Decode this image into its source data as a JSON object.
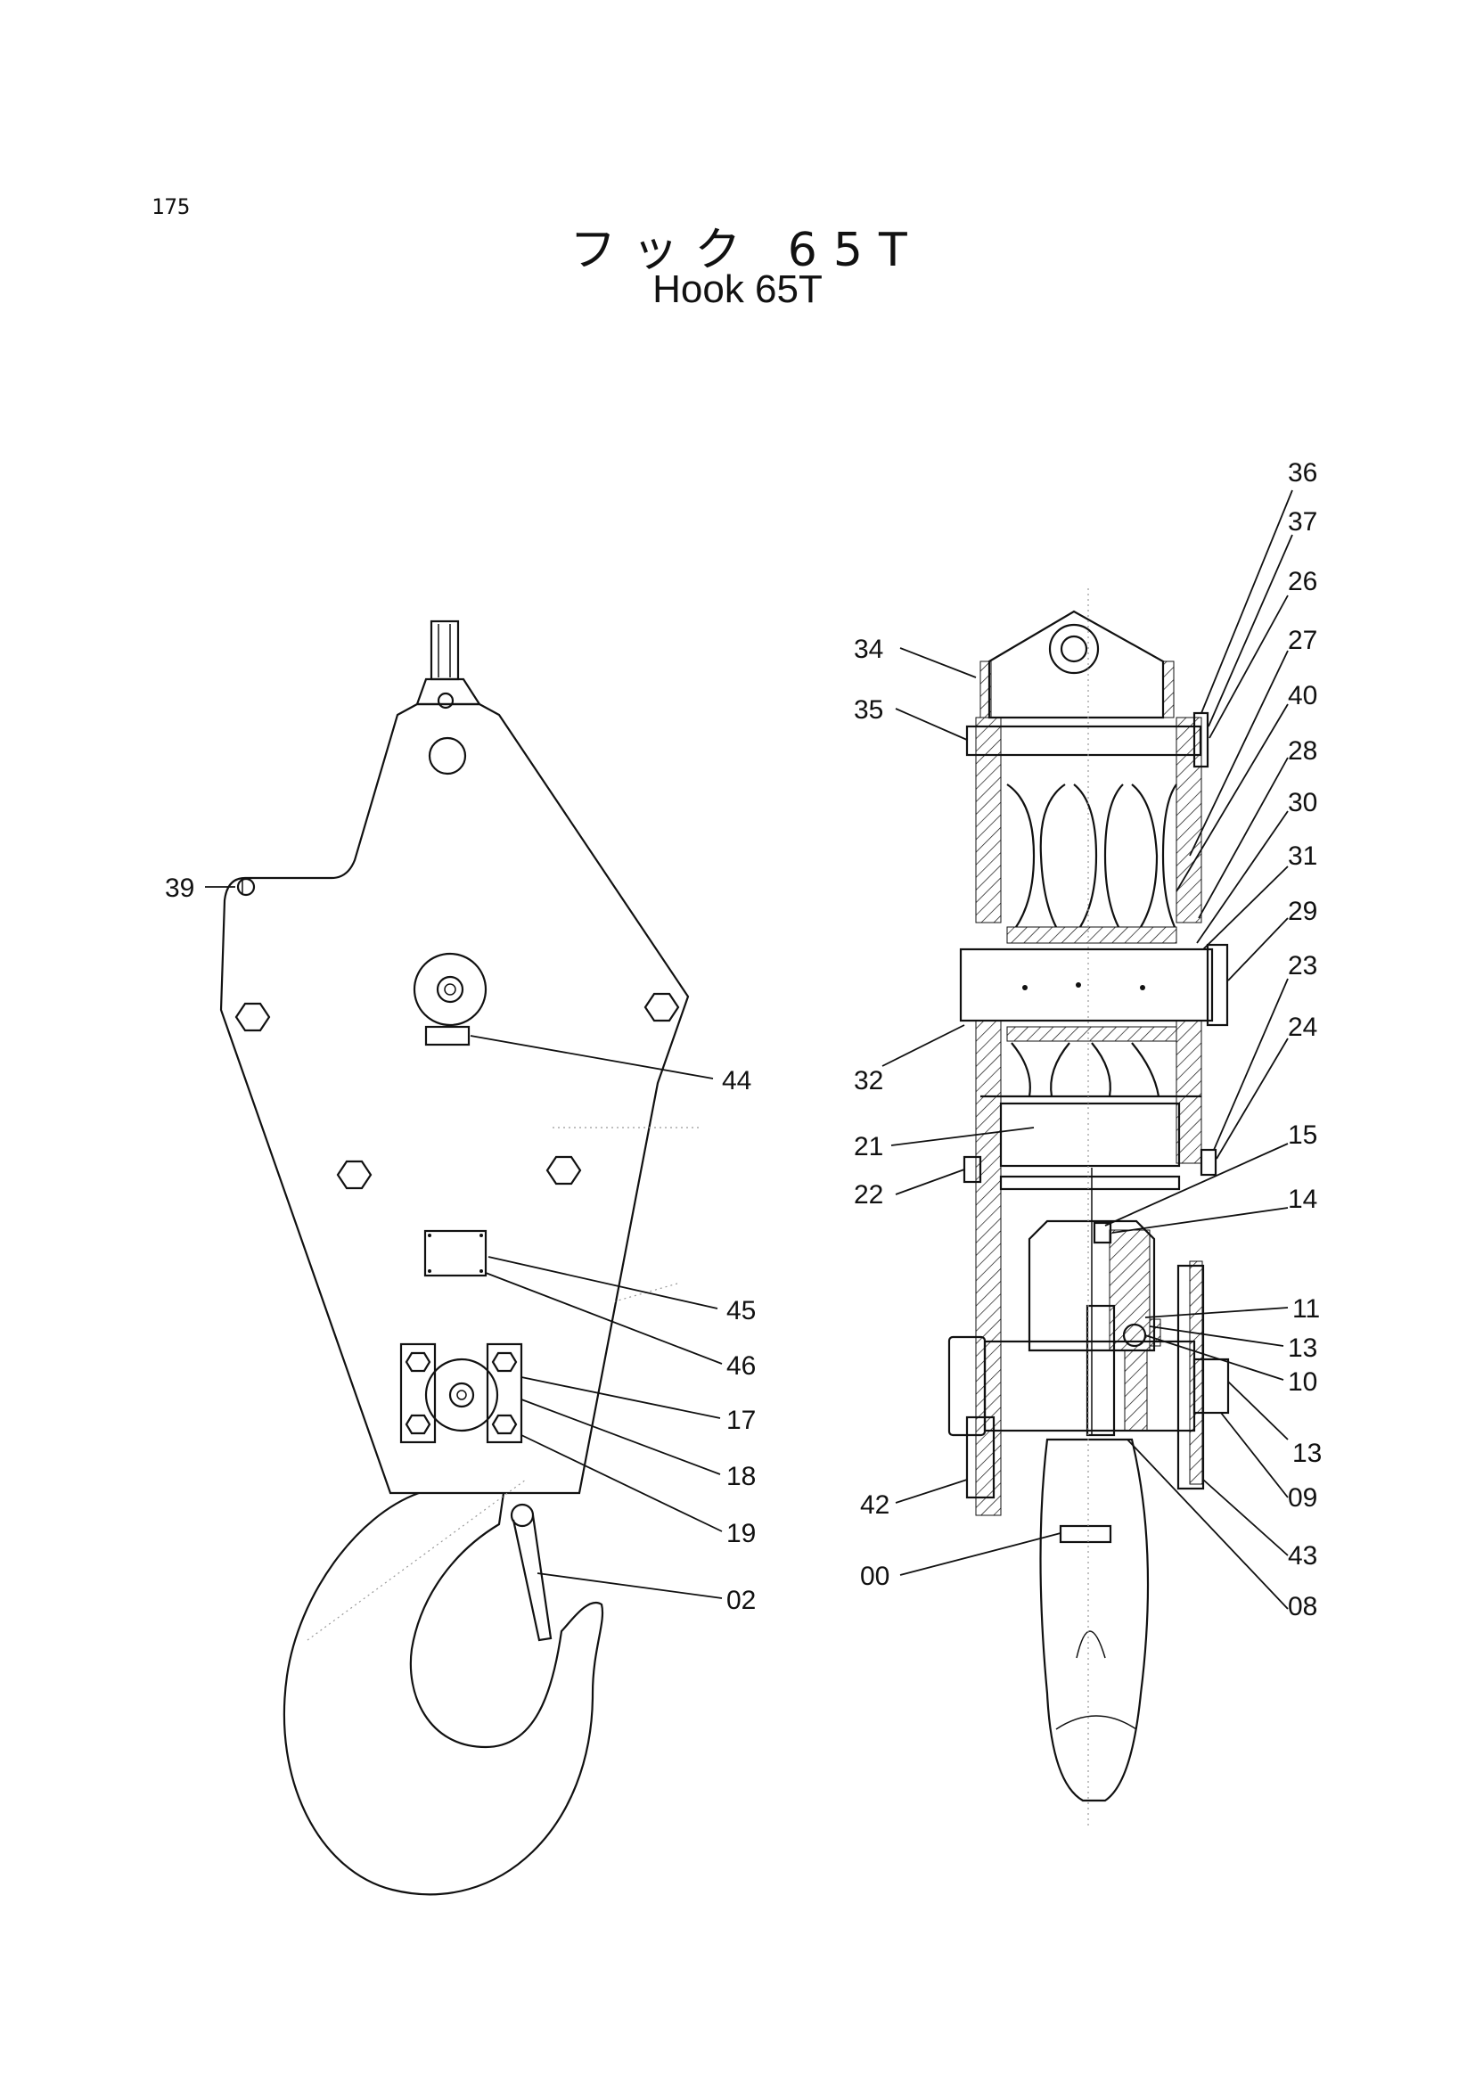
{
  "page": {
    "number": "175"
  },
  "title": {
    "japanese": "フック 65T",
    "english": "Hook 65T"
  },
  "callouts": {
    "c39": "39",
    "c44": "44",
    "c45": "45",
    "c46": "46",
    "c17": "17",
    "c18": "18",
    "c19": "19",
    "c02": "02",
    "c34": "34",
    "c35": "35",
    "c36": "36",
    "c37": "37",
    "c26": "26",
    "c27": "27",
    "c40": "40",
    "c28": "28",
    "c30": "30",
    "c31": "31",
    "c29": "29",
    "c23": "23",
    "c24": "24",
    "c32": "32",
    "c21": "21",
    "c15": "15",
    "c22": "22",
    "c14": "14",
    "c11": "11",
    "c13a": "13",
    "c10": "10",
    "c13b": "13",
    "c09": "09",
    "c42": "42",
    "c43": "43",
    "c00": "00",
    "c08": "08"
  }
}
